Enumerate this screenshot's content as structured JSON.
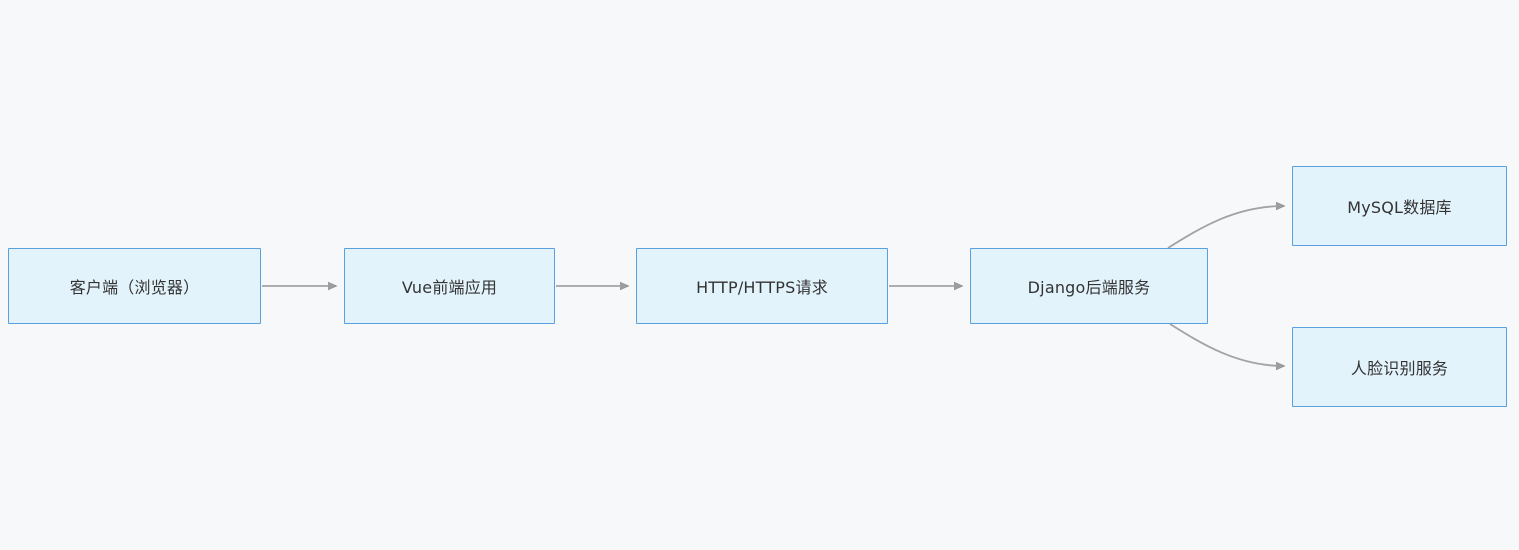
{
  "diagram": {
    "title": "Web application face-recognition architecture flowchart",
    "background_color": "#f7f8f9",
    "node_fill_color": "#e3f3fc",
    "node_border_color": "#5a9fe0",
    "node_text_color": "#333333",
    "arrow_color": "#a3a3a3",
    "arrowhead_color": "#9e9e9e"
  },
  "nodes": [
    {
      "id": "client",
      "label": "客户端（浏览器）"
    },
    {
      "id": "vue",
      "label": "Vue前端应用"
    },
    {
      "id": "http",
      "label": "HTTP/HTTPS请求"
    },
    {
      "id": "django",
      "label": "Django后端服务"
    },
    {
      "id": "mysql",
      "label": "MySQL数据库"
    },
    {
      "id": "face",
      "label": "人脸识别服务"
    }
  ],
  "edges": [
    {
      "from": "客户端（浏览器）",
      "to": "Vue前端应用"
    },
    {
      "from": "Vue前端应用",
      "to": "HTTP/HTTPS请求"
    },
    {
      "from": "HTTP/HTTPS请求",
      "to": "Django后端服务"
    },
    {
      "from": "Django后端服务",
      "to": "MySQL数据库"
    },
    {
      "from": "Django后端服务",
      "to": "人脸识别服务"
    }
  ]
}
